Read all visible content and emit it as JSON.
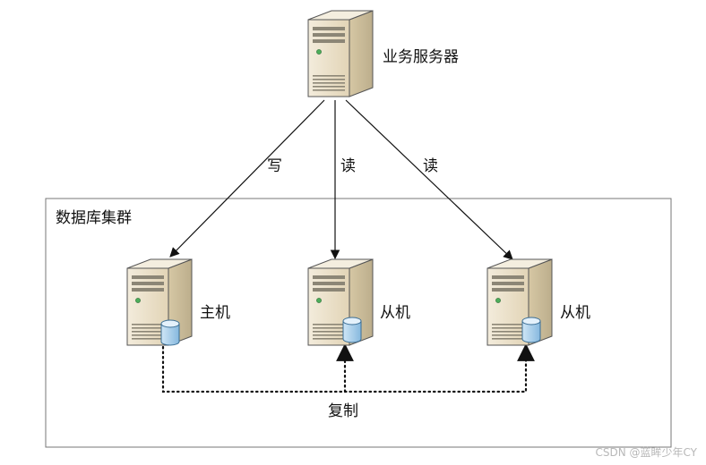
{
  "business_server": {
    "label": "业务服务器"
  },
  "edges": {
    "write": "写",
    "read_middle": "读",
    "read_right": "读"
  },
  "cluster": {
    "title": "数据库集群"
  },
  "nodes": {
    "master": "主机",
    "slave_middle": "从机",
    "slave_right": "从机"
  },
  "replication": {
    "label": "复制"
  },
  "watermark": "CSDN @蓝眸少年CY",
  "colors": {
    "server_body": "#e8dcc4",
    "server_side": "#cbbd9c",
    "server_top": "#f2ead8",
    "db_cylinder": "#9fc9e8",
    "line": "#111111",
    "cluster_border": "#777777"
  }
}
